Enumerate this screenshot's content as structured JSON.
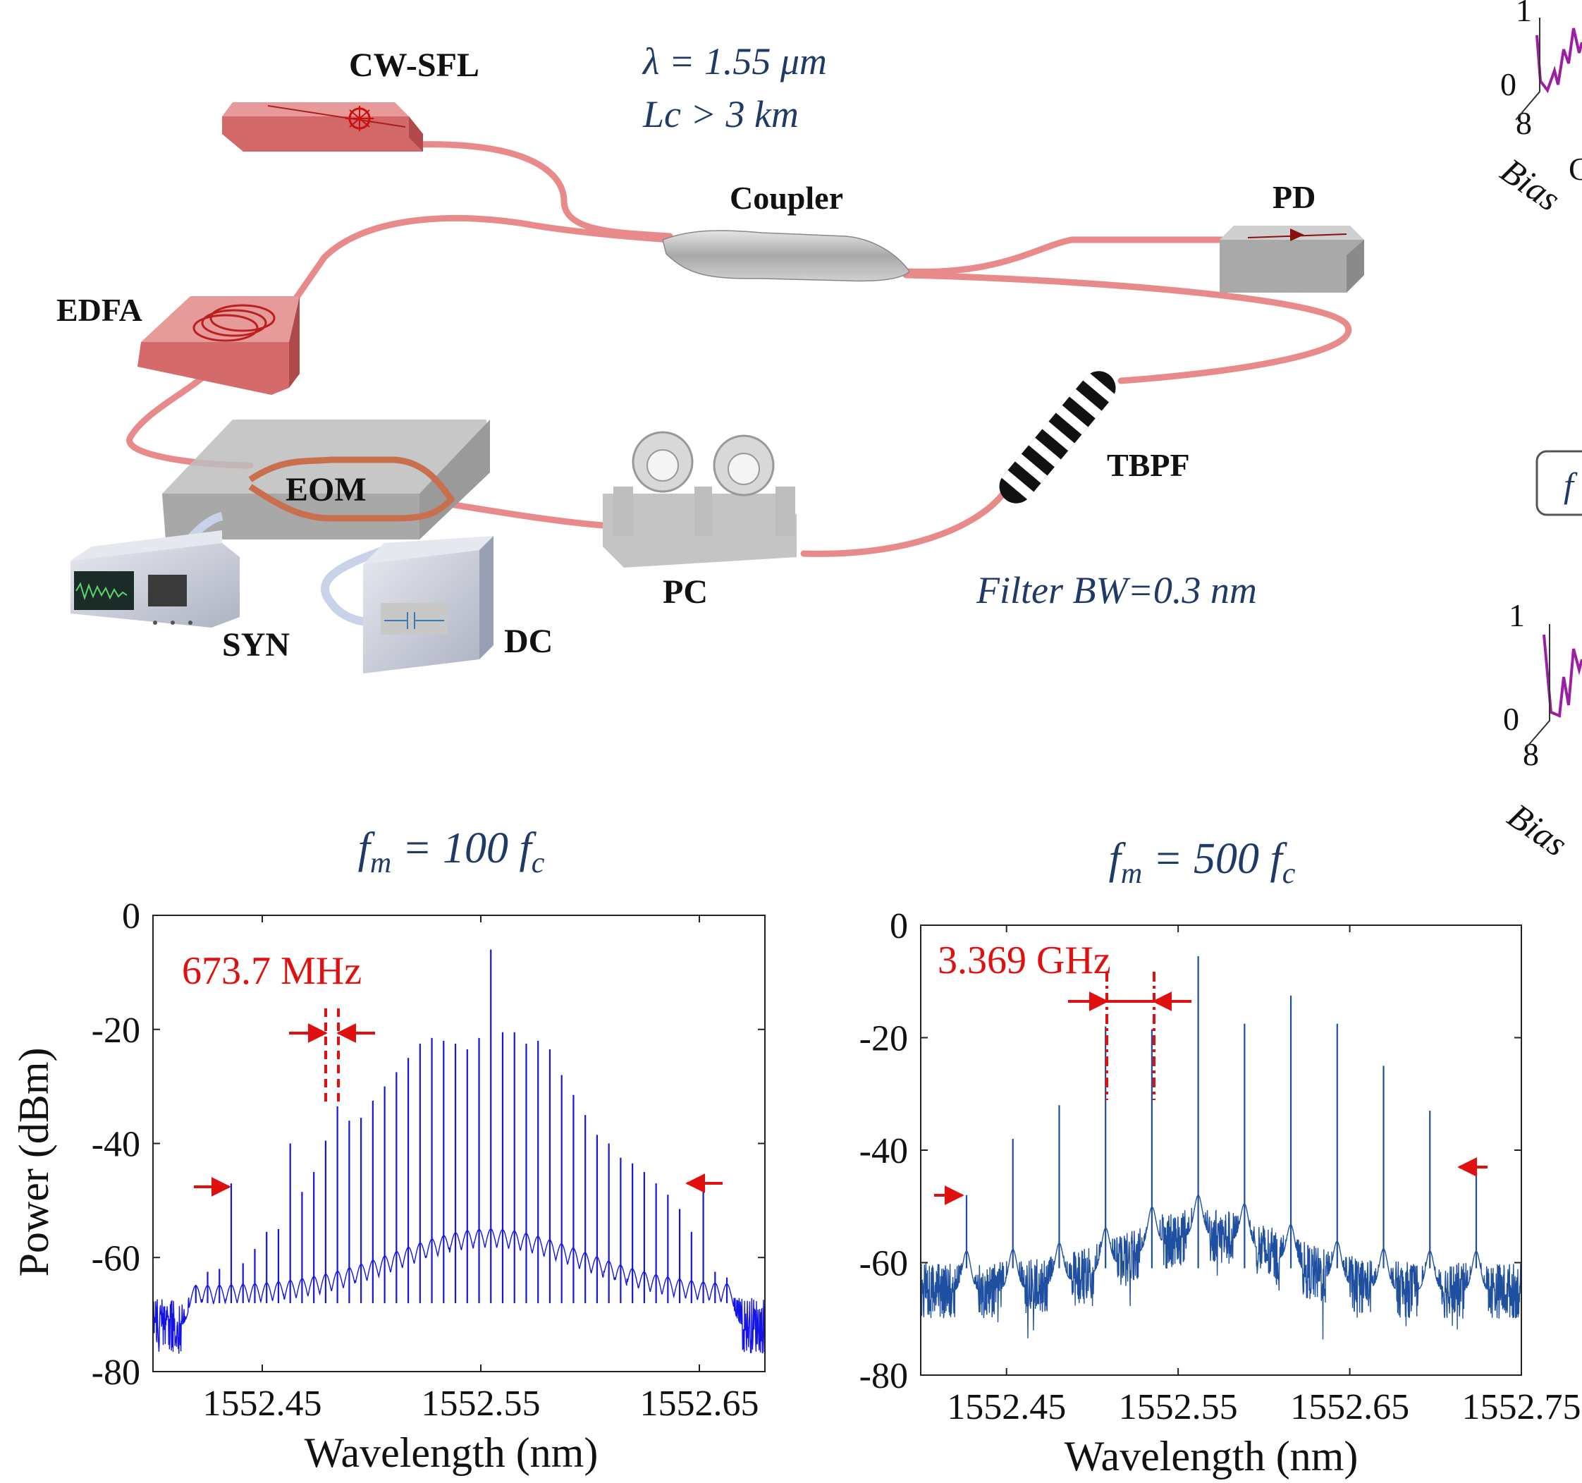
{
  "setup": {
    "labels": {
      "cw_sfl": "CW-SFL",
      "coupler": "Coupler",
      "pd": "PD",
      "edfa": "EDFA",
      "eom": "EOM",
      "tbpf": "TBPF",
      "pc": "PC",
      "syn": "SYN",
      "dc": "DC"
    },
    "notes": {
      "wavelength": "λ = 1.55 μm",
      "coherence": "Lc > 3 km",
      "filter": "Filter BW=0.3 nm"
    },
    "colors": {
      "fiber": "#e8898a",
      "laser": "#d46a6a",
      "note": "#1f3a66"
    }
  },
  "side_fragments": {
    "top": {
      "tick_high": "1",
      "tick_zero": "0",
      "tick_eight": "8",
      "axis_text": "Bias",
      "extra": "C"
    },
    "middle": {
      "box_text": "f"
    },
    "bottom": {
      "tick_high": "1",
      "tick_zero": "0",
      "tick_eight": "8",
      "axis_text": "Bias"
    }
  },
  "chart_data": [
    {
      "type": "line",
      "title_main": "f",
      "title_sub_m": "m",
      "title_mid": " = 100 ",
      "title_end": "f",
      "title_sub_c": "c",
      "xlabel": "Wavelength (nm)",
      "ylabel": "Power (dBm)",
      "xlim": [
        1552.4,
        1552.68
      ],
      "ylim": [
        -80,
        0
      ],
      "xticks": [
        1552.45,
        1552.55,
        1552.65
      ],
      "xtick_labels": [
        "1552.45",
        "1552.55",
        "1552.65"
      ],
      "yticks": [
        0,
        -20,
        -40,
        -60,
        -80
      ],
      "ytick_labels": [
        "0",
        "-20",
        "-40",
        "-60",
        "-80"
      ],
      "annotation": "673.7 MHz",
      "spacing_nm": 0.0054,
      "center_nm": 1552.554,
      "line_color": "#1414e6",
      "noise_floor_dBm": -70,
      "peaks": [
        {
          "x": 1552.4196,
          "y": -64.8
        },
        {
          "x": 1552.425,
          "y": -62.5
        },
        {
          "x": 1552.4304,
          "y": -62.0
        },
        {
          "x": 1552.4358,
          "y": -47.0
        },
        {
          "x": 1552.4412,
          "y": -61.0
        },
        {
          "x": 1552.4466,
          "y": -58.5
        },
        {
          "x": 1552.452,
          "y": -55.5
        },
        {
          "x": 1552.4574,
          "y": -55.0
        },
        {
          "x": 1552.4628,
          "y": -40.0
        },
        {
          "x": 1552.4682,
          "y": -48.5
        },
        {
          "x": 1552.4736,
          "y": -45.0
        },
        {
          "x": 1552.479,
          "y": -39.5
        },
        {
          "x": 1552.4844,
          "y": -33.5
        },
        {
          "x": 1552.4898,
          "y": -36.0
        },
        {
          "x": 1552.4952,
          "y": -35.5
        },
        {
          "x": 1552.5006,
          "y": -32.5
        },
        {
          "x": 1552.506,
          "y": -30.0
        },
        {
          "x": 1552.5114,
          "y": -27.5
        },
        {
          "x": 1552.5168,
          "y": -25.0
        },
        {
          "x": 1552.5222,
          "y": -22.5
        },
        {
          "x": 1552.5276,
          "y": -21.5
        },
        {
          "x": 1552.533,
          "y": -22.0
        },
        {
          "x": 1552.5384,
          "y": -22.5
        },
        {
          "x": 1552.5438,
          "y": -23.5
        },
        {
          "x": 1552.5492,
          "y": -21.5
        },
        {
          "x": 1552.5546,
          "y": -6.0
        },
        {
          "x": 1552.56,
          "y": -20.5
        },
        {
          "x": 1552.5654,
          "y": -20.5
        },
        {
          "x": 1552.5708,
          "y": -22.5
        },
        {
          "x": 1552.5762,
          "y": -22.0
        },
        {
          "x": 1552.5816,
          "y": -23.5
        },
        {
          "x": 1552.587,
          "y": -28.0
        },
        {
          "x": 1552.5924,
          "y": -31.5
        },
        {
          "x": 1552.5978,
          "y": -35.0
        },
        {
          "x": 1552.6032,
          "y": -38.5
        },
        {
          "x": 1552.6086,
          "y": -40.0
        },
        {
          "x": 1552.614,
          "y": -42.5
        },
        {
          "x": 1552.6194,
          "y": -43.5
        },
        {
          "x": 1552.6248,
          "y": -45.0
        },
        {
          "x": 1552.6302,
          "y": -47.0
        },
        {
          "x": 1552.6356,
          "y": -49.0
        },
        {
          "x": 1552.641,
          "y": -51.5
        },
        {
          "x": 1552.6464,
          "y": -55.5
        },
        {
          "x": 1552.6518,
          "y": -48.0
        },
        {
          "x": 1552.6572,
          "y": -62.5
        },
        {
          "x": 1552.6626,
          "y": -63.5
        }
      ]
    },
    {
      "type": "line",
      "title_main": "f",
      "title_sub_m": "m",
      "title_mid": " = 500 ",
      "title_end": "f",
      "title_sub_c": "c",
      "xlabel": "Wavelength (nm)",
      "ylabel": "",
      "xlim": [
        1552.4,
        1552.75
      ],
      "ylim": [
        -80,
        0
      ],
      "xticks": [
        1552.45,
        1552.55,
        1552.65,
        1552.75
      ],
      "xtick_labels": [
        "1552.45",
        "1552.55",
        "1552.65",
        "1552.75"
      ],
      "yticks": [
        0,
        -20,
        -40,
        -60,
        -80
      ],
      "ytick_labels": [
        "0",
        "-20",
        "-40",
        "-60",
        "-80"
      ],
      "annotation": "3.369 GHz",
      "spacing_nm": 0.027,
      "center_nm": 1552.564,
      "line_color": "#1f4fa0",
      "noise_floor_dBm": -63,
      "peaks": [
        {
          "x": 1552.4267,
          "y": -48.0
        },
        {
          "x": 1552.4537,
          "y": -38.0
        },
        {
          "x": 1552.4807,
          "y": -32.0
        },
        {
          "x": 1552.5077,
          "y": -18.0
        },
        {
          "x": 1552.5347,
          "y": -18.5
        },
        {
          "x": 1552.5617,
          "y": -5.5
        },
        {
          "x": 1552.5887,
          "y": -17.5
        },
        {
          "x": 1552.6157,
          "y": -12.5
        },
        {
          "x": 1552.6427,
          "y": -17.5
        },
        {
          "x": 1552.6697,
          "y": -25.0
        },
        {
          "x": 1552.6967,
          "y": -33.0
        },
        {
          "x": 1552.7237,
          "y": -43.0
        }
      ]
    }
  ]
}
